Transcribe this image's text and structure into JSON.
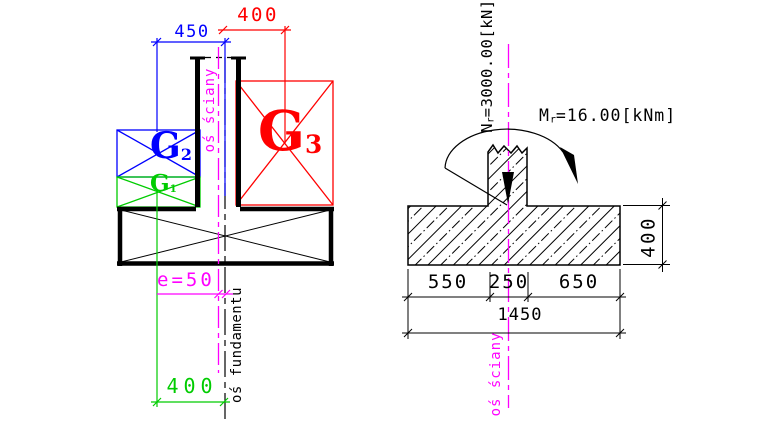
{
  "drawing": {
    "left": {
      "dim_g2_offset": "450",
      "dim_g3_offset": "400",
      "label_g2": {
        "base": "G",
        "sub": "2"
      },
      "label_g1": {
        "base": "G",
        "sub": "1"
      },
      "label_g3": {
        "base": "G",
        "sub": "3"
      },
      "wall_axis_label": "oś ściany",
      "eccentricity_label": "e=50",
      "dim_g1_offset": "400",
      "foundation_axis_label": "oś fundamentu"
    },
    "right": {
      "force_label": {
        "base": "N",
        "sub": "r",
        "rest": "=3000.00[kN]"
      },
      "moment_label": {
        "base": "M",
        "sub": "r",
        "rest": "=16.00[kNm]"
      },
      "dim_height": "400",
      "dim_segments": [
        "550",
        "250",
        "650"
      ],
      "dim_total": "1450",
      "wall_axis_label": "oś ściany"
    },
    "colors": {
      "blue": "#0000ff",
      "red": "#ff0000",
      "green": "#00cc00",
      "magenta": "#ff00ff",
      "black": "#000000"
    }
  }
}
